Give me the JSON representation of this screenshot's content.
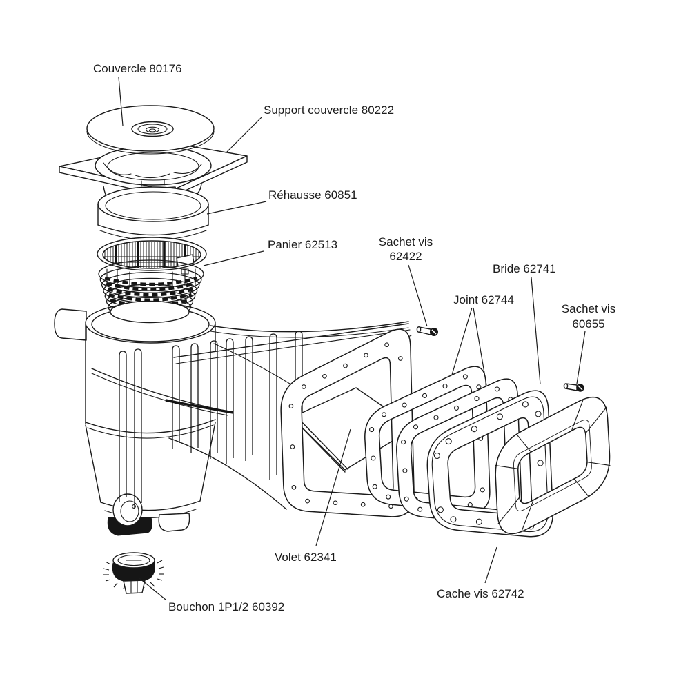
{
  "diagram": {
    "title_hidden": "",
    "colors": {
      "background": "#ffffff",
      "line": "#1a1a1a",
      "screw_head": "#161616"
    },
    "labels": {
      "couvercle": "Couvercle 80176",
      "support_couvercle": "Support couvercle 80222",
      "rehausse": "Réhausse 60851",
      "panier": "Panier 62513",
      "sachet_vis_1_line1": "Sachet vis",
      "sachet_vis_1_line2": "62422",
      "bride": "Bride 62741",
      "joint": "Joint 62744",
      "sachet_vis_2_line1": "Sachet vis",
      "sachet_vis_2_line2": "60655",
      "volet": "Volet 62341",
      "cache_vis": "Cache vis 62742",
      "bouchon": "Bouchon 1P1/2 60392"
    }
  }
}
